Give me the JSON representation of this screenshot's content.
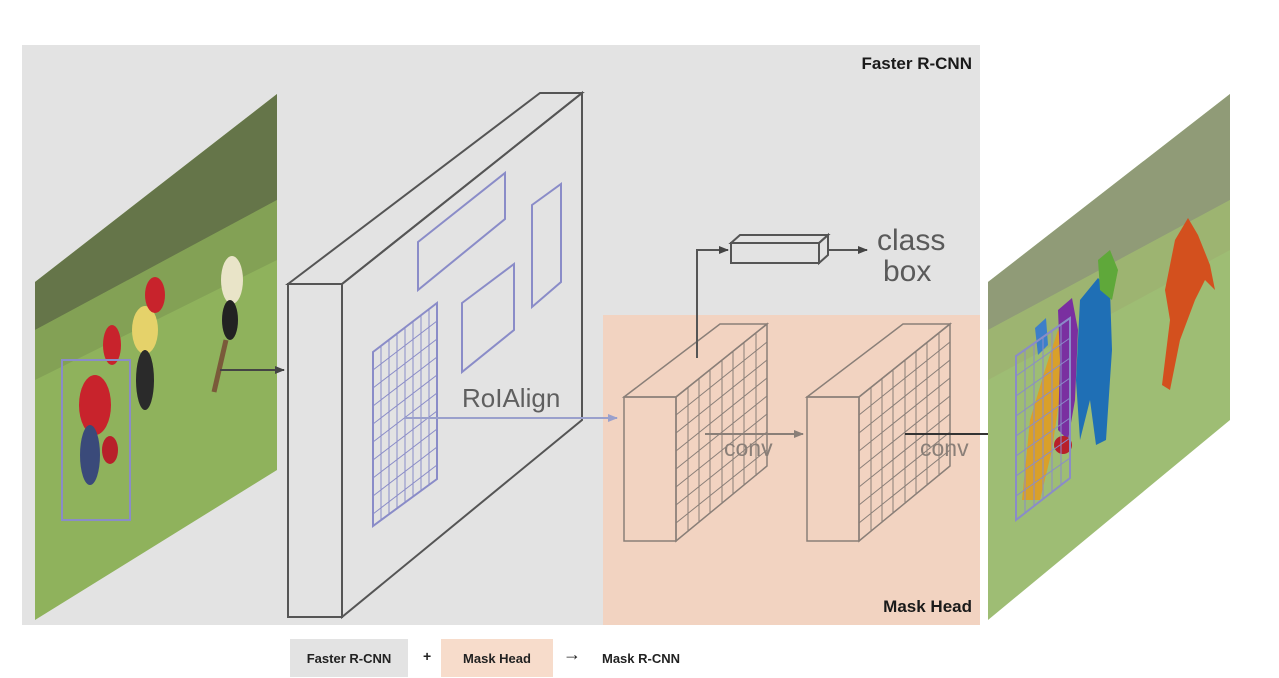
{
  "regions": {
    "faster_rcnn": "Faster R-CNN",
    "mask_head": "Mask Head"
  },
  "labels": {
    "roi_align": "RoIAlign",
    "class": "class",
    "box": "box",
    "conv1": "conv",
    "conv2": "conv"
  },
  "legend": {
    "faster": "Faster R-CNN",
    "plus": "+",
    "mask": "Mask Head",
    "arrow": "→",
    "result": "Mask R-CNN"
  },
  "colors": {
    "faster_bg": "#e3e3e3",
    "mask_bg": "#f2d3c1",
    "roi_blue": "#8a8cc8",
    "mask_yellow": "#d9a02a",
    "mask_purple": "#7a2fa0",
    "mask_blue": "#1f6fb5",
    "mask_green": "#5fa83a",
    "mask_orange": "#d3501e",
    "mask_red": "#b8202a"
  }
}
